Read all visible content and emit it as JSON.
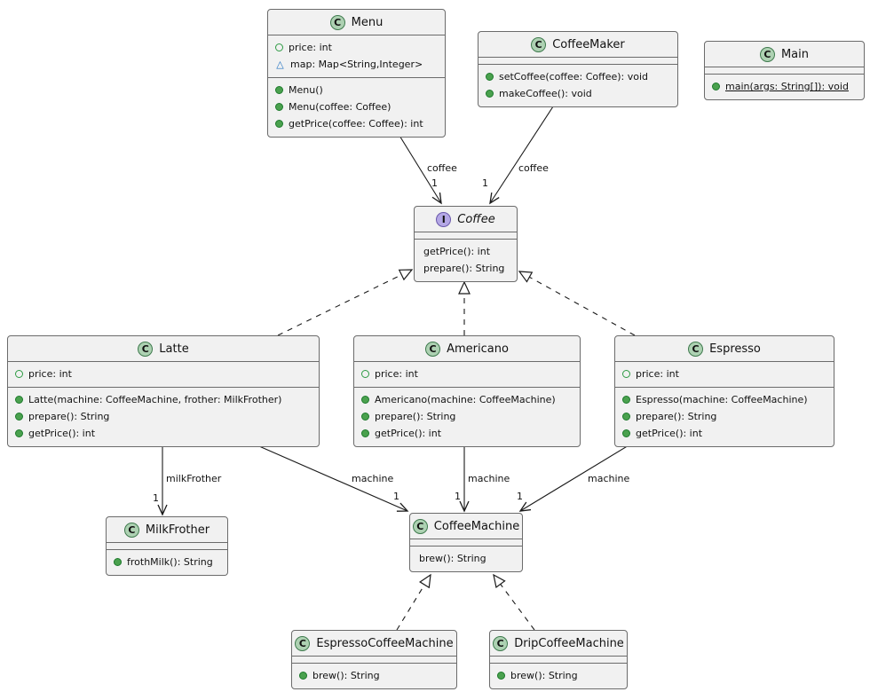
{
  "colors": {
    "class_spot": "#ADD1B2",
    "interface_spot": "#B4A7E5",
    "box_fill": "#F1F1F1",
    "box_border": "#6b6b6b",
    "edge": "#1a1a1a",
    "public_method_icon": "#4aa14e",
    "field_icon_green": "#2e9b44",
    "field_icon_blue": "#1d6fc0"
  },
  "icons": {
    "class_spot": "C",
    "interface_spot": "I",
    "package_field_triangle": "△"
  },
  "classes": {
    "menu": {
      "spot": "C",
      "name": "Menu",
      "fields": [
        "price: int",
        "map: Map<String,Integer>"
      ],
      "methods": [
        "Menu()",
        "Menu(coffee: Coffee)",
        "getPrice(coffee: Coffee): int"
      ]
    },
    "coffeemaker": {
      "spot": "C",
      "name": "CoffeeMaker",
      "fields": [],
      "methods": [
        "setCoffee(coffee: Coffee): void",
        "makeCoffee(): void"
      ]
    },
    "main": {
      "spot": "C",
      "name": "Main",
      "fields": [],
      "methods": [
        "main(args: String[]): void"
      ]
    },
    "coffee": {
      "spot": "I",
      "name": "Coffee",
      "fields": [],
      "methods": [
        "getPrice(): int",
        "prepare(): String"
      ]
    },
    "latte": {
      "spot": "C",
      "name": "Latte",
      "fields": [
        "price: int"
      ],
      "methods": [
        "Latte(machine: CoffeeMachine, frother: MilkFrother)",
        "prepare(): String",
        "getPrice(): int"
      ]
    },
    "americano": {
      "spot": "C",
      "name": "Americano",
      "fields": [
        "price: int"
      ],
      "methods": [
        "Americano(machine: CoffeeMachine)",
        "prepare(): String",
        "getPrice(): int"
      ]
    },
    "espresso": {
      "spot": "C",
      "name": "Espresso",
      "fields": [
        "price: int"
      ],
      "methods": [
        "Espresso(machine: CoffeeMachine)",
        "prepare(): String",
        "getPrice(): int"
      ]
    },
    "milkfrother": {
      "spot": "C",
      "name": "MilkFrother",
      "fields": [],
      "methods": [
        "frothMilk(): String"
      ]
    },
    "coffeemachine": {
      "spot": "C",
      "name": "CoffeeMachine",
      "fields": [],
      "methods": [
        "brew(): String"
      ]
    },
    "espressomachine": {
      "spot": "C",
      "name": "EspressoCoffeeMachine",
      "fields": [],
      "methods": [
        "brew(): String"
      ]
    },
    "dripmachine": {
      "spot": "C",
      "name": "DripCoffeeMachine",
      "fields": [],
      "methods": [
        "brew(): String"
      ]
    }
  },
  "edges": {
    "menu_coffee": {
      "label": "coffee",
      "mult": "1"
    },
    "coffeemaker_coffee": {
      "label": "coffee",
      "mult": "1"
    },
    "latte_milkfrother": {
      "label": "milkFrother",
      "mult": "1"
    },
    "latte_machine": {
      "label": "machine",
      "mult": "1"
    },
    "americano_machine": {
      "label": "machine",
      "mult": "1"
    },
    "espresso_machine": {
      "label": "machine",
      "mult": "1"
    }
  }
}
